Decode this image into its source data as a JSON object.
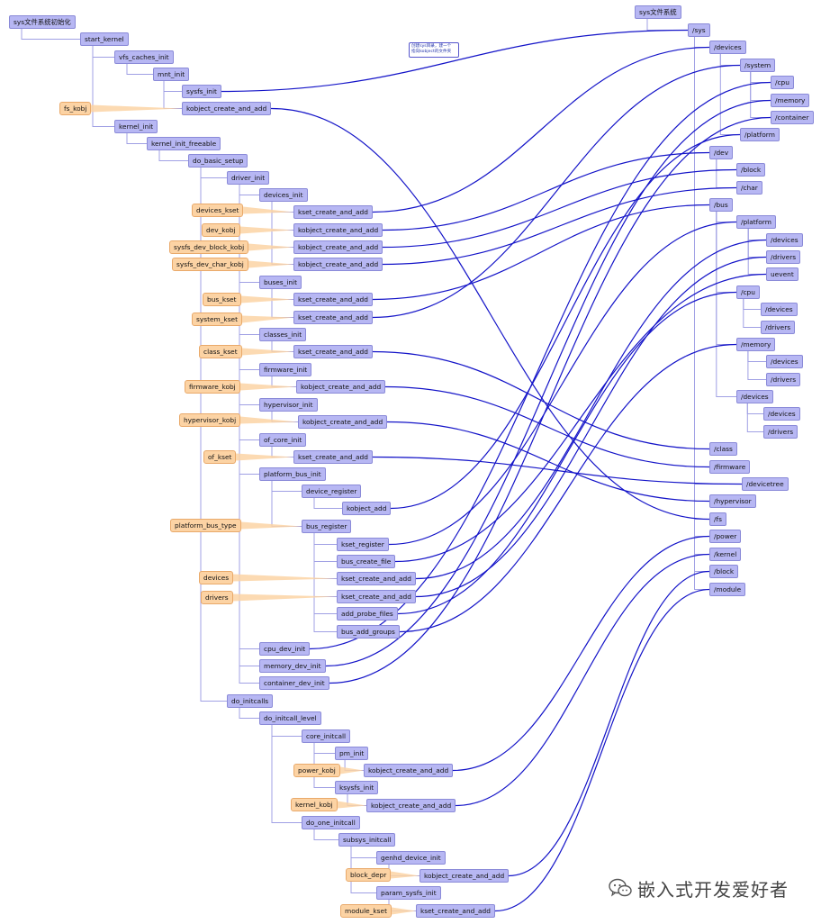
{
  "diagram": {
    "nodes": [
      {
        "id": "init_root",
        "label": "sys文件系统初始化"
      },
      {
        "id": "start_kernel",
        "label": "start_kernel"
      },
      {
        "id": "vfs_caches_init",
        "label": "vfs_caches_init"
      },
      {
        "id": "mnt_init",
        "label": "mnt_init"
      },
      {
        "id": "sysfs_init",
        "label": "sysfs_init"
      },
      {
        "id": "fs_kobj_tag",
        "label": "fs_kobj",
        "tag": true
      },
      {
        "id": "k_fs",
        "label": "kobject_create_and_add"
      },
      {
        "id": "kernel_init",
        "label": "kernel_init"
      },
      {
        "id": "kernel_init_freeable",
        "label": "kernel_init_freeable"
      },
      {
        "id": "do_basic_setup",
        "label": "do_basic_setup"
      },
      {
        "id": "driver_init",
        "label": "driver_init"
      },
      {
        "id": "devices_init",
        "label": "devices_init"
      },
      {
        "id": "devices_kset_tag",
        "label": "devices_kset",
        "tag": true
      },
      {
        "id": "ks_devices",
        "label": "kset_create_and_add"
      },
      {
        "id": "dev_kobj_tag",
        "label": "dev_kobj",
        "tag": true
      },
      {
        "id": "k_dev",
        "label": "kobject_create_and_add"
      },
      {
        "id": "block_kobj_tag",
        "label": "sysfs_dev_block_kobj",
        "tag": true
      },
      {
        "id": "k_block",
        "label": "kobject_create_and_add"
      },
      {
        "id": "char_kobj_tag",
        "label": "sysfs_dev_char_kobj",
        "tag": true
      },
      {
        "id": "k_char",
        "label": "kobject_create_and_add"
      },
      {
        "id": "buses_init",
        "label": "buses_init"
      },
      {
        "id": "bus_kset_tag",
        "label": "bus_kset",
        "tag": true
      },
      {
        "id": "ks_bus",
        "label": "kset_create_and_add"
      },
      {
        "id": "system_kset_tag",
        "label": "system_kset",
        "tag": true
      },
      {
        "id": "ks_system",
        "label": "kset_create_and_add"
      },
      {
        "id": "classes_init",
        "label": "classes_init"
      },
      {
        "id": "class_kset_tag",
        "label": "class_kset",
        "tag": true
      },
      {
        "id": "ks_class",
        "label": "kset_create_and_add"
      },
      {
        "id": "firmware_init",
        "label": "firmware_init"
      },
      {
        "id": "firmware_kobj_tag",
        "label": "firmware_kobj",
        "tag": true
      },
      {
        "id": "k_firmware",
        "label": "kobject_create_and_add"
      },
      {
        "id": "hypervisor_init",
        "label": "hypervisor_init"
      },
      {
        "id": "hypervisor_kobj_tag",
        "label": "hypervisor_kobj",
        "tag": true
      },
      {
        "id": "k_hypervisor",
        "label": "kobject_create_and_add"
      },
      {
        "id": "of_core_init",
        "label": "of_core_init"
      },
      {
        "id": "of_kset_tag",
        "label": "of_kset",
        "tag": true
      },
      {
        "id": "ks_of",
        "label": "kset_create_and_add"
      },
      {
        "id": "platform_bus_init",
        "label": "platform_bus_init"
      },
      {
        "id": "device_register",
        "label": "device_register"
      },
      {
        "id": "kobject_add",
        "label": "kobject_add"
      },
      {
        "id": "platform_bus_type_tag",
        "label": "platform_bus_type",
        "tag": true
      },
      {
        "id": "bus_register",
        "label": "bus_register"
      },
      {
        "id": "kset_register",
        "label": "kset_register"
      },
      {
        "id": "bus_create_file",
        "label": "bus_create_file"
      },
      {
        "id": "devices_tag",
        "label": "devices",
        "tag": true
      },
      {
        "id": "ks_pdevices",
        "label": "kset_create_and_add"
      },
      {
        "id": "drivers_tag",
        "label": "drivers",
        "tag": true
      },
      {
        "id": "ks_pdrivers",
        "label": "kset_create_and_add"
      },
      {
        "id": "add_probe_files",
        "label": "add_probe_files"
      },
      {
        "id": "bus_add_groups",
        "label": "bus_add_groups"
      },
      {
        "id": "cpu_dev_init",
        "label": "cpu_dev_init"
      },
      {
        "id": "memory_dev_init",
        "label": "memory_dev_init"
      },
      {
        "id": "container_dev_init",
        "label": "container_dev_init"
      },
      {
        "id": "do_initcalls",
        "label": "do_initcalls"
      },
      {
        "id": "do_initcall_level",
        "label": "do_initcall_level"
      },
      {
        "id": "core_initcall",
        "label": "core_initcall"
      },
      {
        "id": "pm_init",
        "label": "pm_init"
      },
      {
        "id": "power_kobj_tag",
        "label": "power_kobj",
        "tag": true
      },
      {
        "id": "k_power",
        "label": "kobject_create_and_add"
      },
      {
        "id": "ksysfs_init",
        "label": "ksysfs_init"
      },
      {
        "id": "kernel_kobj_tag",
        "label": "kernel_kobj",
        "tag": true
      },
      {
        "id": "k_kernel",
        "label": "kobject_create_and_add"
      },
      {
        "id": "do_one_initcall",
        "label": "do_one_initcall"
      },
      {
        "id": "subsys_initcall",
        "label": "subsys_initcall"
      },
      {
        "id": "genhd_device_init",
        "label": "genhd_device_init"
      },
      {
        "id": "block_depr_tag",
        "label": "block_depr",
        "tag": true
      },
      {
        "id": "k_block_depr",
        "label": "kobject_create_and_add"
      },
      {
        "id": "param_sysfs_init",
        "label": "param_sysfs_init"
      },
      {
        "id": "module_kset_tag",
        "label": "module_kset",
        "tag": true
      },
      {
        "id": "ks_module",
        "label": "kset_create_and_add"
      },
      {
        "id": "sys_root",
        "label": "sys文件系统"
      },
      {
        "id": "d_sys",
        "label": "/sys"
      },
      {
        "id": "d_devices",
        "label": "/devices"
      },
      {
        "id": "d_system",
        "label": "/system"
      },
      {
        "id": "d_cpu",
        "label": "/cpu"
      },
      {
        "id": "d_memory",
        "label": "/memory"
      },
      {
        "id": "d_container",
        "label": "/container"
      },
      {
        "id": "d_platform",
        "label": "/platform"
      },
      {
        "id": "d_dev",
        "label": "/dev"
      },
      {
        "id": "d_block",
        "label": "/block"
      },
      {
        "id": "d_char",
        "label": "/char"
      },
      {
        "id": "d_bus",
        "label": "/bus"
      },
      {
        "id": "d_bus_platform",
        "label": "/platform"
      },
      {
        "id": "d_bp_devices",
        "label": "/devices"
      },
      {
        "id": "d_bp_drivers",
        "label": "/drivers"
      },
      {
        "id": "d_bp_uevent",
        "label": "uevent"
      },
      {
        "id": "d_bus_cpu",
        "label": "/cpu"
      },
      {
        "id": "d_bc_devices",
        "label": "/devices"
      },
      {
        "id": "d_bc_drivers",
        "label": "/drivers"
      },
      {
        "id": "d_bus_memory",
        "label": "/memory"
      },
      {
        "id": "d_bm_devices",
        "label": "/devices"
      },
      {
        "id": "d_bm_drivers",
        "label": "/drivers"
      },
      {
        "id": "d_bus_devices",
        "label": "/devices"
      },
      {
        "id": "d_bd_devices",
        "label": "/devices"
      },
      {
        "id": "d_bd_drivers",
        "label": "/drivers"
      },
      {
        "id": "d_class",
        "label": "/class"
      },
      {
        "id": "d_firmware",
        "label": "/firmware"
      },
      {
        "id": "d_devicetree",
        "label": "/devicetree"
      },
      {
        "id": "d_hypervisor",
        "label": "/hypervisor"
      },
      {
        "id": "d_fs",
        "label": "/fs"
      },
      {
        "id": "d_power",
        "label": "/power"
      },
      {
        "id": "d_kernel",
        "label": "/kernel"
      },
      {
        "id": "d_block2",
        "label": "/block"
      },
      {
        "id": "d_module",
        "label": "/module"
      }
    ],
    "tree_edges": [
      [
        "init_root",
        "start_kernel"
      ],
      [
        "start_kernel",
        "vfs_caches_init"
      ],
      [
        "vfs_caches_init",
        "mnt_init"
      ],
      [
        "mnt_init",
        "sysfs_init"
      ],
      [
        "mnt_init",
        "k_fs"
      ],
      [
        "start_kernel",
        "kernel_init"
      ],
      [
        "kernel_init",
        "kernel_init_freeable"
      ],
      [
        "kernel_init_freeable",
        "do_basic_setup"
      ],
      [
        "do_basic_setup",
        "driver_init"
      ],
      [
        "driver_init",
        "devices_init"
      ],
      [
        "devices_init",
        "ks_devices"
      ],
      [
        "devices_init",
        "k_dev"
      ],
      [
        "devices_init",
        "k_block"
      ],
      [
        "devices_init",
        "k_char"
      ],
      [
        "driver_init",
        "buses_init"
      ],
      [
        "buses_init",
        "ks_bus"
      ],
      [
        "buses_init",
        "ks_system"
      ],
      [
        "driver_init",
        "classes_init"
      ],
      [
        "classes_init",
        "ks_class"
      ],
      [
        "driver_init",
        "firmware_init"
      ],
      [
        "firmware_init",
        "k_firmware"
      ],
      [
        "driver_init",
        "hypervisor_init"
      ],
      [
        "hypervisor_init",
        "k_hypervisor"
      ],
      [
        "driver_init",
        "of_core_init"
      ],
      [
        "of_core_init",
        "ks_of"
      ],
      [
        "driver_init",
        "platform_bus_init"
      ],
      [
        "platform_bus_init",
        "device_register"
      ],
      [
        "device_register",
        "kobject_add"
      ],
      [
        "platform_bus_init",
        "bus_register"
      ],
      [
        "bus_register",
        "kset_register"
      ],
      [
        "bus_register",
        "bus_create_file"
      ],
      [
        "bus_register",
        "ks_pdevices"
      ],
      [
        "bus_register",
        "ks_pdrivers"
      ],
      [
        "bus_register",
        "add_probe_files"
      ],
      [
        "bus_register",
        "bus_add_groups"
      ],
      [
        "driver_init",
        "cpu_dev_init"
      ],
      [
        "driver_init",
        "memory_dev_init"
      ],
      [
        "driver_init",
        "container_dev_init"
      ],
      [
        "do_basic_setup",
        "do_initcalls"
      ],
      [
        "do_initcalls",
        "do_initcall_level"
      ],
      [
        "do_initcall_level",
        "core_initcall"
      ],
      [
        "core_initcall",
        "pm_init"
      ],
      [
        "pm_init",
        "k_power"
      ],
      [
        "core_initcall",
        "ksysfs_init"
      ],
      [
        "ksysfs_init",
        "k_kernel"
      ],
      [
        "do_initcall_level",
        "do_one_initcall"
      ],
      [
        "do_one_initcall",
        "subsys_initcall"
      ],
      [
        "subsys_initcall",
        "genhd_device_init"
      ],
      [
        "genhd_device_init",
        "k_block_depr"
      ],
      [
        "subsys_initcall",
        "param_sysfs_init"
      ],
      [
        "param_sysfs_init",
        "ks_module"
      ],
      [
        "sys_root",
        "d_sys"
      ],
      [
        "d_sys",
        "d_devices"
      ],
      [
        "d_devices",
        "d_system"
      ],
      [
        "d_system",
        "d_cpu"
      ],
      [
        "d_system",
        "d_memory"
      ],
      [
        "d_system",
        "d_container"
      ],
      [
        "d_devices",
        "d_platform"
      ],
      [
        "d_sys",
        "d_dev"
      ],
      [
        "d_dev",
        "d_block"
      ],
      [
        "d_dev",
        "d_char"
      ],
      [
        "d_sys",
        "d_bus"
      ],
      [
        "d_bus",
        "d_bus_platform"
      ],
      [
        "d_bus_platform",
        "d_bp_devices"
      ],
      [
        "d_bus_platform",
        "d_bp_drivers"
      ],
      [
        "d_bus_platform",
        "d_bp_uevent"
      ],
      [
        "d_bus",
        "d_bus_cpu"
      ],
      [
        "d_bus_cpu",
        "d_bc_devices"
      ],
      [
        "d_bus_cpu",
        "d_bc_drivers"
      ],
      [
        "d_bus",
        "d_bus_memory"
      ],
      [
        "d_bus_memory",
        "d_bm_devices"
      ],
      [
        "d_bus_memory",
        "d_bm_drivers"
      ],
      [
        "d_bus",
        "d_bus_devices"
      ],
      [
        "d_bus_devices",
        "d_bd_devices"
      ],
      [
        "d_bus_devices",
        "d_bd_drivers"
      ],
      [
        "d_sys",
        "d_class"
      ],
      [
        "d_sys",
        "d_firmware"
      ],
      [
        "d_sys",
        "d_devicetree"
      ],
      [
        "d_sys",
        "d_hypervisor"
      ],
      [
        "d_sys",
        "d_fs"
      ],
      [
        "d_sys",
        "d_power"
      ],
      [
        "d_sys",
        "d_kernel"
      ],
      [
        "d_sys",
        "d_block2"
      ],
      [
        "d_sys",
        "d_module"
      ]
    ],
    "tag_edges": [
      [
        "fs_kobj_tag",
        "k_fs"
      ],
      [
        "devices_kset_tag",
        "ks_devices"
      ],
      [
        "dev_kobj_tag",
        "k_dev"
      ],
      [
        "block_kobj_tag",
        "k_block"
      ],
      [
        "char_kobj_tag",
        "k_char"
      ],
      [
        "bus_kset_tag",
        "ks_bus"
      ],
      [
        "system_kset_tag",
        "ks_system"
      ],
      [
        "class_kset_tag",
        "ks_class"
      ],
      [
        "firmware_kobj_tag",
        "k_firmware"
      ],
      [
        "hypervisor_kobj_tag",
        "k_hypervisor"
      ],
      [
        "of_kset_tag",
        "ks_of"
      ],
      [
        "platform_bus_type_tag",
        "bus_register"
      ],
      [
        "devices_tag",
        "ks_pdevices"
      ],
      [
        "drivers_tag",
        "ks_pdrivers"
      ],
      [
        "power_kobj_tag",
        "k_power"
      ],
      [
        "kernel_kobj_tag",
        "k_kernel"
      ],
      [
        "block_depr_tag",
        "k_block_depr"
      ],
      [
        "module_kset_tag",
        "ks_module"
      ]
    ],
    "link_edges": [
      [
        "sysfs_init",
        "d_sys"
      ],
      [
        "k_fs",
        "d_fs"
      ],
      [
        "ks_devices",
        "d_devices"
      ],
      [
        "k_dev",
        "d_dev"
      ],
      [
        "k_block",
        "d_block"
      ],
      [
        "k_char",
        "d_char"
      ],
      [
        "ks_bus",
        "d_bus"
      ],
      [
        "ks_system",
        "d_system"
      ],
      [
        "ks_class",
        "d_class"
      ],
      [
        "k_firmware",
        "d_firmware"
      ],
      [
        "k_hypervisor",
        "d_hypervisor"
      ],
      [
        "ks_of",
        "d_devicetree"
      ],
      [
        "kobject_add",
        "d_platform"
      ],
      [
        "kset_register",
        "d_bus_platform"
      ],
      [
        "bus_create_file",
        "d_bp_uevent"
      ],
      [
        "ks_pdevices",
        "d_bp_devices"
      ],
      [
        "ks_pdrivers",
        "d_bp_drivers"
      ],
      [
        "add_probe_files",
        "d_bus_cpu"
      ],
      [
        "bus_add_groups",
        "d_bus_memory"
      ],
      [
        "cpu_dev_init",
        "d_cpu"
      ],
      [
        "memory_dev_init",
        "d_memory"
      ],
      [
        "container_dev_init",
        "d_container"
      ],
      [
        "k_power",
        "d_power"
      ],
      [
        "k_kernel",
        "d_kernel"
      ],
      [
        "k_block_depr",
        "d_block2"
      ],
      [
        "ks_module",
        "d_module"
      ]
    ],
    "note": "创建sys目录，建一个\n指向kobject的文件夹"
  },
  "watermark": {
    "text": "嵌入式开发爱好者",
    "icon": "wechat-icon"
  },
  "colors": {
    "node_fill": "#b7b7f3",
    "node_border": "#8a8ad8",
    "tag_fill": "#fcd3a4",
    "tag_border": "#e9a96a",
    "tree_line": "#a0a0e4",
    "link_line": "#1414c8"
  }
}
